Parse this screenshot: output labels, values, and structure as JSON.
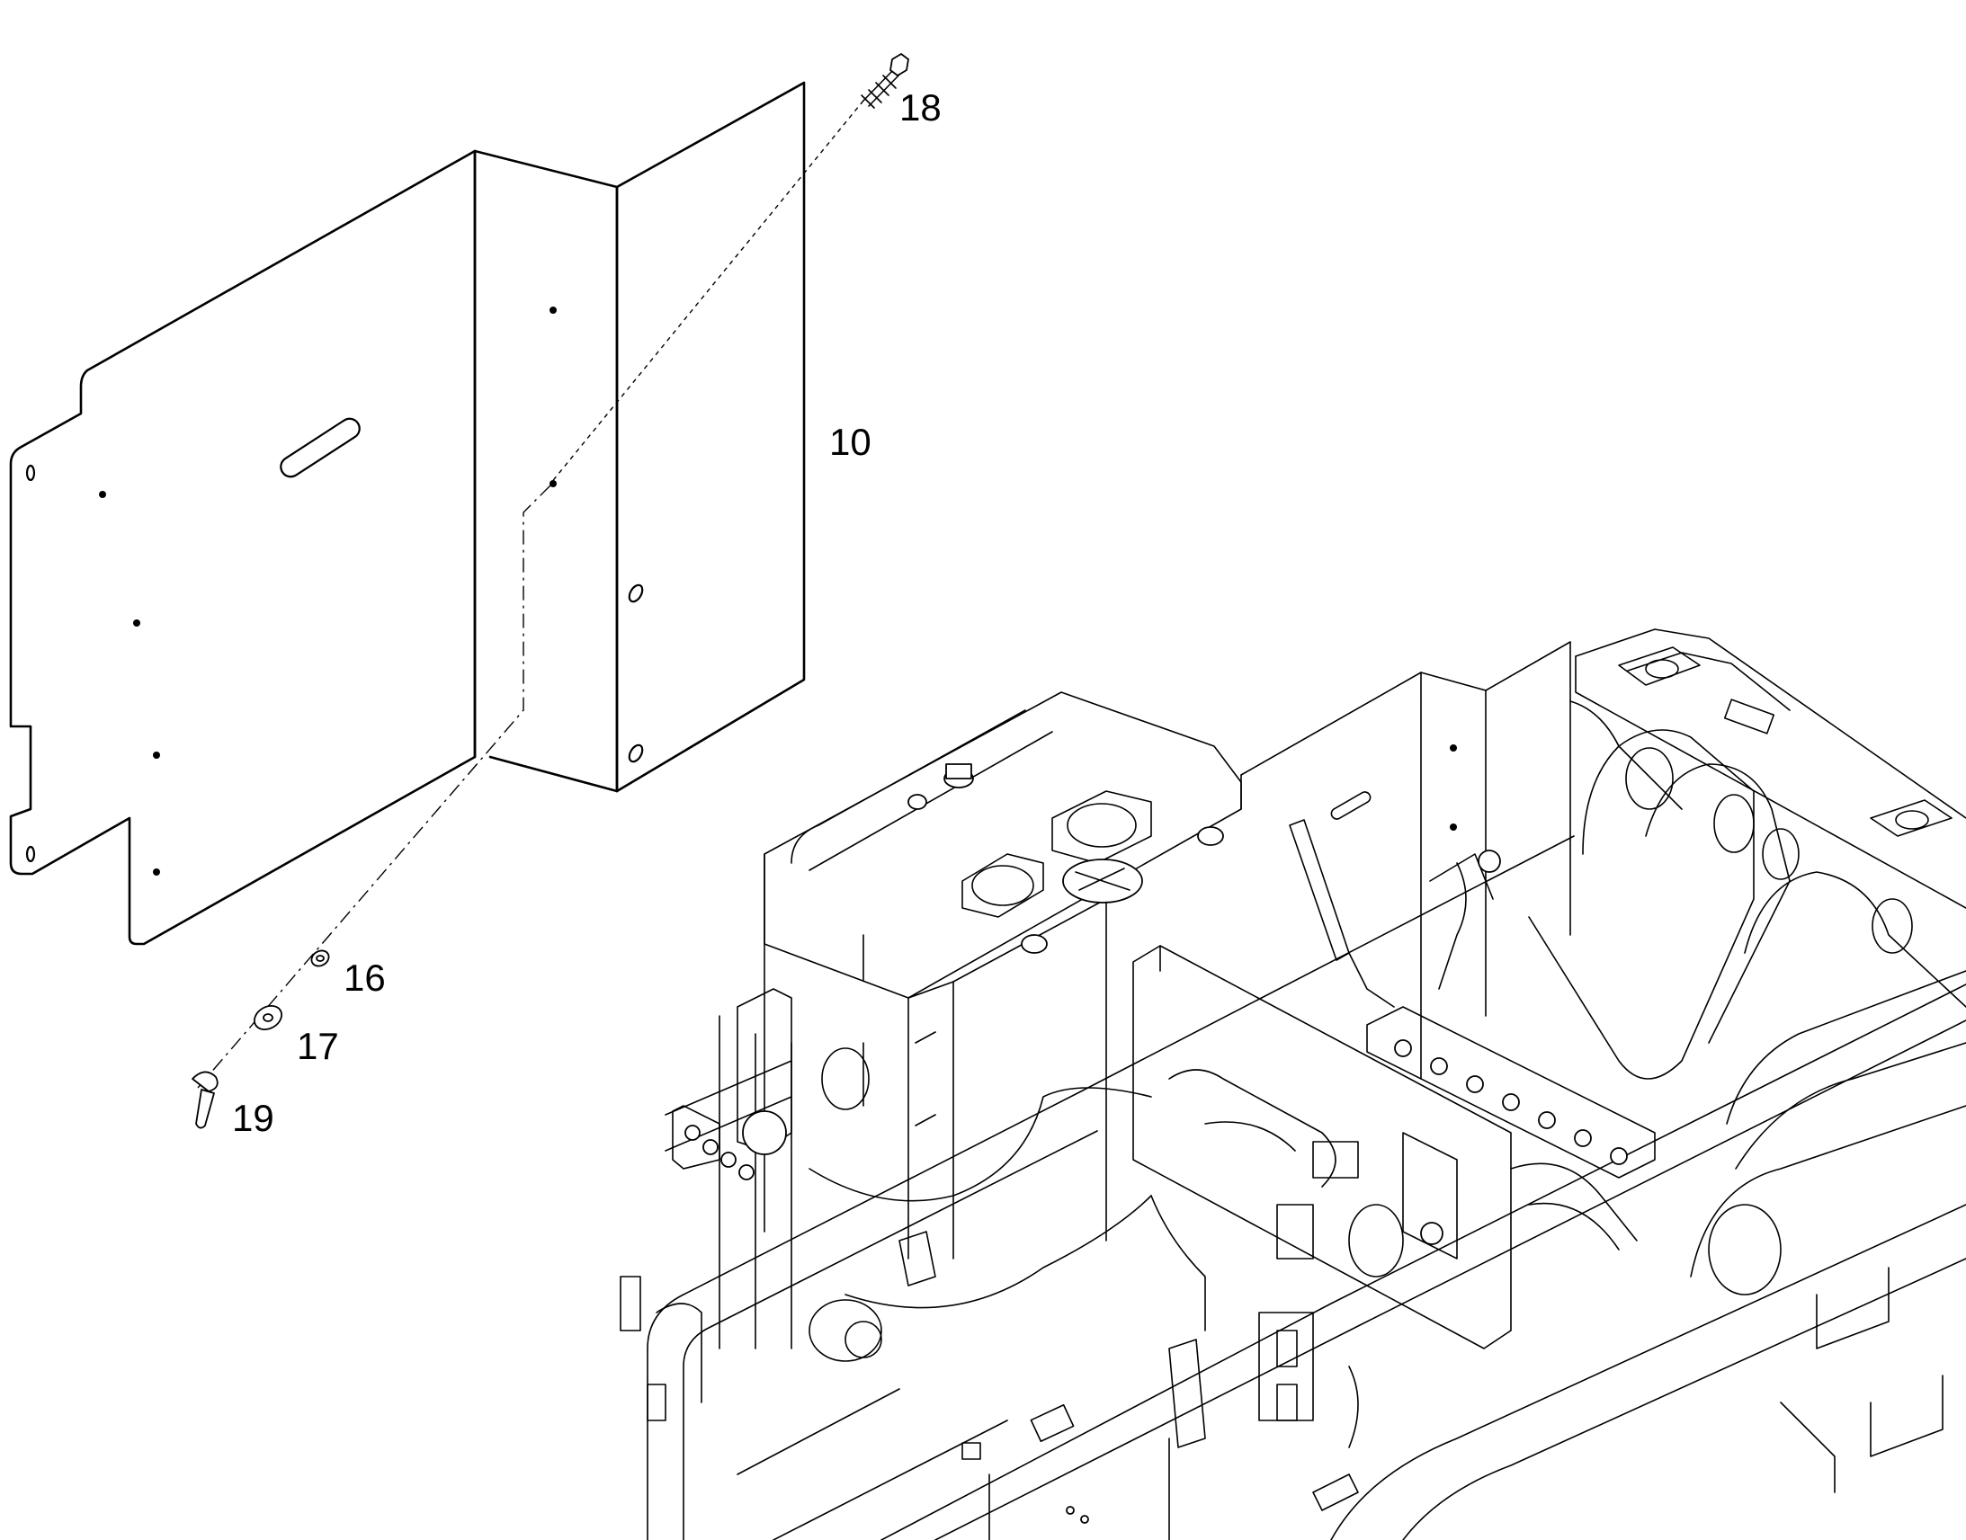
{
  "callouts": {
    "c10": "10",
    "c16": "16",
    "c17": "17",
    "c18": "18",
    "c19": "19"
  }
}
